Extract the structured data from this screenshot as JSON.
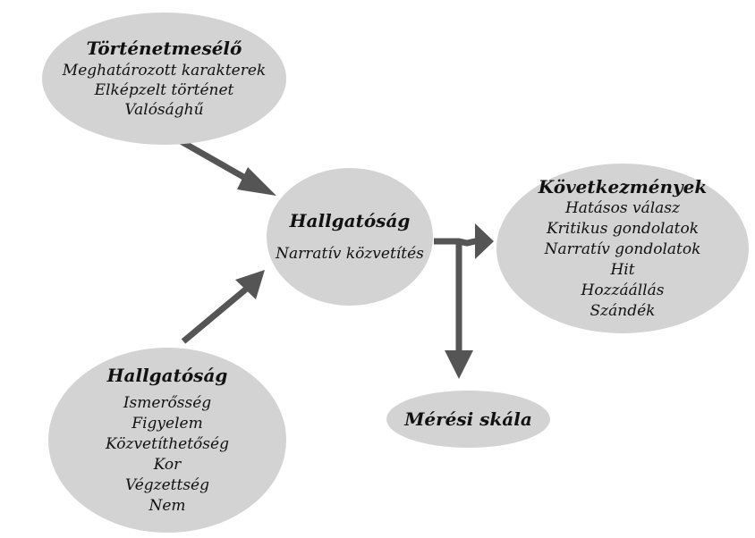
{
  "colors": {
    "node_fill": "#d3d3d3",
    "arrow": "#555555",
    "text": "#111111"
  },
  "nodes": {
    "storyteller": {
      "title": "Történetmesélő",
      "items": [
        "Meghatározott karakterek",
        "Elképzelt történet",
        "Valósághű"
      ]
    },
    "audience_center": {
      "title": "Hallgatóság",
      "items": [
        "Narratív közvetítés"
      ]
    },
    "consequences": {
      "title": "Következmények",
      "items": [
        "Hatásos válasz",
        "Kritikus gondolatok",
        "Narratív gondolatok",
        "Hit",
        "Hozzáállás",
        "Szándék"
      ]
    },
    "audience_bottom": {
      "title": "Hallgatóság",
      "items": [
        "Ismerősség",
        "Figyelem",
        "Közvetíthetőség",
        "Kor",
        "Végzettség",
        "Nem"
      ]
    },
    "measurement": {
      "title": "Mérési skála"
    }
  },
  "edges": [
    {
      "from": "storyteller",
      "to": "audience_center"
    },
    {
      "from": "audience_bottom",
      "to": "audience_center"
    },
    {
      "from": "audience_center",
      "to": "consequences"
    },
    {
      "from": "audience_center",
      "to": "measurement"
    }
  ]
}
